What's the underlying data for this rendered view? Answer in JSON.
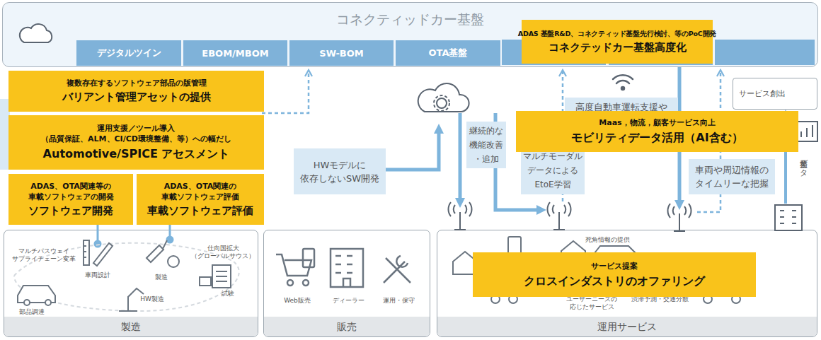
{
  "diagram": {
    "nodes": [
      {
        "text": [
          "コネクティッドカー基盤"
        ]
      },
      {
        "text": [
          "デジタルツイン"
        ],
        "in": 0
      },
      {
        "text": [
          "EBOM/MBOM"
        ],
        "in": 0
      },
      {
        "text": [
          "SW-BOM"
        ],
        "in": 0
      },
      {
        "text": [
          "OTA基盤"
        ],
        "in": 0
      },
      {
        "text": [
          "ADAS 基盤R&D、コネクティッド基盤先行検討、等のPoC開発",
          "コネクテッドカー基盤高度化"
        ]
      },
      {
        "text": [
          "複数存在するソフトウェア部品の版管理",
          "バリアント管理アセットの提供"
        ]
      },
      {
        "text": [
          "運用支援／ツール導入 （品質保証、ALM、CI/CD環境整備、等）への幅だし",
          "Automotive/SPICE アセスメント"
        ]
      },
      {
        "text": [
          "ADAS、OTA関連等の 車載ソフトウェアの開発",
          "ソフトウェア開発"
        ]
      },
      {
        "text": [
          "ADAS、OTA関連の 車載ソフトウェア評価",
          "車載ソフトウェア評価"
        ]
      },
      {
        "text": [
          "HWモデルに 依存しないSW開発"
        ]
      },
      {
        "text": [
          "継続的な 機能改善 ・追加"
        ]
      },
      {
        "text": [
          "マルチモーダル データによる EtoE学習"
        ]
      },
      {
        "text": [
          "高度自動車運転支援や"
        ]
      },
      {
        "text": [
          "Maas，物流，顧客サービス向上",
          "モビリティデータ活用（AI含む）"
        ]
      },
      {
        "text": [
          "車両や周辺情報の タイムリーな把握"
        ]
      },
      {
        "text": [
          "サービス創出"
        ]
      },
      {
        "text": [
          "製造"
        ]
      },
      {
        "text": [
          "販売"
        ]
      },
      {
        "text": [
          "運用サービス"
        ]
      },
      {
        "text": [
          "サービス提案",
          "クロスインダストリのオファリング"
        ]
      }
    ],
    "labels": [
      "マルチパスウェイ サプライチェーン変革",
      "車両設計",
      "製造",
      "仕向国拡大 （グローバルサウス）",
      "部品調達",
      "HW製造",
      "試験",
      "Web販売",
      "ディーラー",
      "運用・保守",
      "死角情報の提供",
      "ユーザーニーズの 応じたサービス",
      "渋滞予測・交通分散",
      "業務データ"
    ]
  }
}
